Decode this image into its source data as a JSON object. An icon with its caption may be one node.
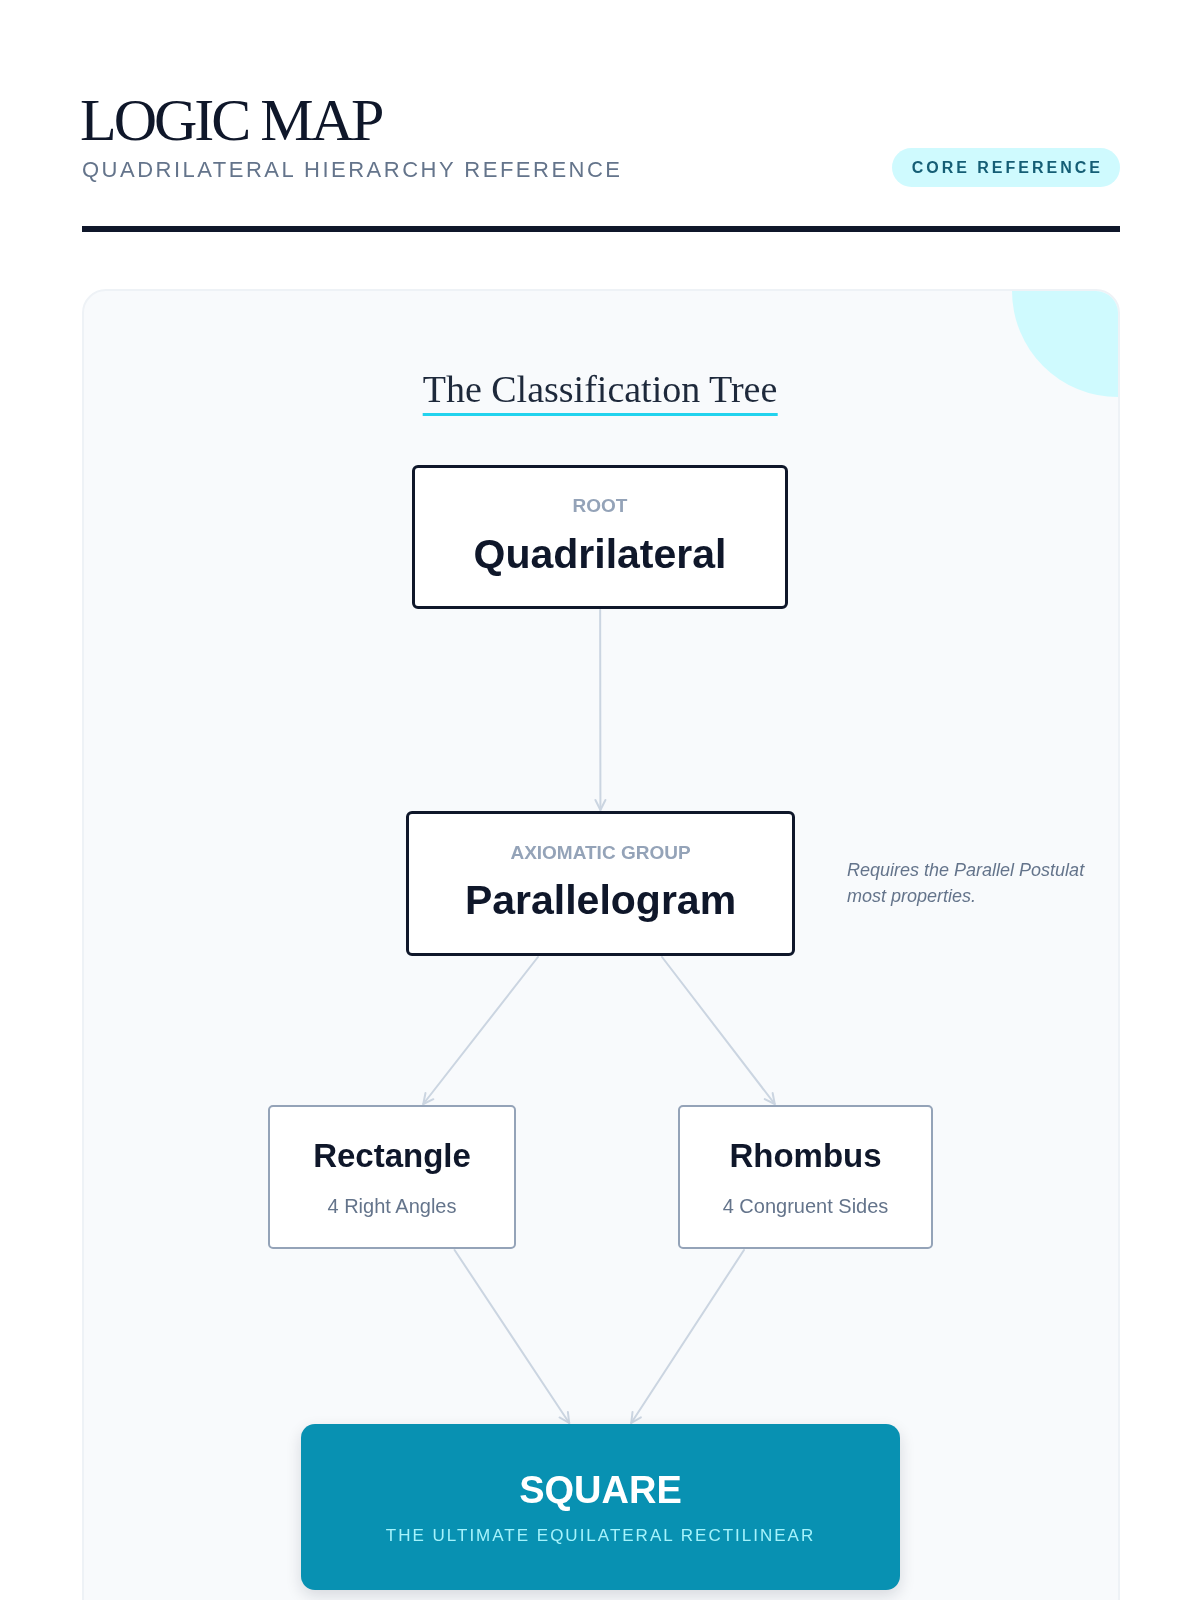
{
  "diagram": {
    "title": "LOGIC MAP",
    "nodes": [
      {
        "text": [
          "ROOT",
          "Quadrilateral"
        ]
      },
      {
        "text": [
          "AXIOMATIC GROUP",
          "Parallelogram"
        ],
        "beside": [
          "Requires the Parallel Postulat most properties."
        ]
      },
      {
        "text": [
          "Rectangle",
          "4 Right Angles"
        ]
      },
      {
        "text": [
          "Rhombus",
          "4 Congruent Sides"
        ]
      },
      {
        "text": [
          "SQUARE",
          "THE ULTIMATE EQUILATERAL RECTILINEAR"
        ]
      }
    ],
    "edges": [
      {
        "from": 0,
        "to": 1,
        "arrow": "to"
      },
      {
        "from": 1,
        "to": 2,
        "arrow": "to"
      },
      {
        "from": 1,
        "to": 3,
        "arrow": "to"
      },
      {
        "from": 2,
        "to": 4,
        "arrow": "to"
      },
      {
        "from": 3,
        "to": 4,
        "arrow": "to"
      }
    ],
    "labels": [
      "QUADRILATERAL HIERARCHY REFERENCE",
      "CORE REFERENCE",
      "The Classification Tree"
    ]
  }
}
